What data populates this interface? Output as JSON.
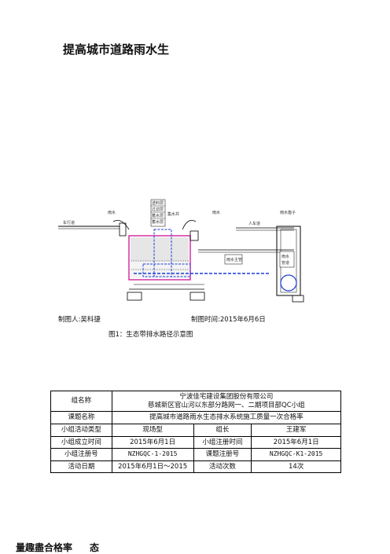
{
  "doc": {
    "title": "提高城市道路雨水生"
  },
  "figure": {
    "labels": {
      "sidewalk": "车行道",
      "rain_left": "雨水",
      "rain_right": "雨水",
      "layers": [
        "透料层",
        "过滤层",
        "蓄水层",
        "蓄水层"
      ],
      "overflow": "集水井",
      "walkway": "人车道",
      "grate": "雨水篦子",
      "main_pipe": "雨水主管",
      "well": "雨水",
      "well2": "管道"
    },
    "maker": "制图人:吴科捷",
    "time": "制图时间:2015年6月6日",
    "caption": "图1：生态带排水路径示意图"
  },
  "table": {
    "r1": {
      "label": "组名称",
      "value1": "宁波佳宅建设集团股份有限公司",
      "value2": "慈城新区官山河以东部分路网一、二期项目部QC小组"
    },
    "r2": {
      "label": "课题名称",
      "value": "提高城市道路雨水生态排水系统施工质量一次合格率"
    },
    "r3": {
      "label": "小组活动类型",
      "value": "现场型",
      "label2": "组长",
      "value2": "王建军"
    },
    "r4": {
      "label": "小组成立时间",
      "value": "2015年6月1日",
      "label2": "小组注册时间",
      "value2": "2015年6月1日"
    },
    "r5": {
      "label": "小组注册号",
      "value": "NZHGQC-1-2015",
      "label2": "课题注册号",
      "value2": "NZHGQC-K1-2015"
    },
    "r6": {
      "label": "活动日期",
      "value": "2015年6月1日～2015",
      "label2": "活动次数",
      "value2": "14次"
    }
  },
  "bottom": {
    "left": "量趣盡合格率",
    "right": "态"
  }
}
